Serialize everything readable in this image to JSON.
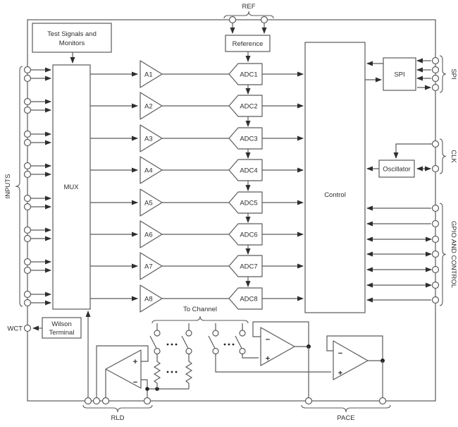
{
  "colors": {
    "background": "#ffffff",
    "line": "#5b5b5b",
    "text": "#2e2e2e"
  },
  "diagram": {
    "chip": {
      "test_signals_line1": "Test Signals and",
      "test_signals_line2": "Monitors",
      "mux": "MUX",
      "reference": "Reference",
      "control": "Control",
      "spi": "SPI",
      "oscillator": "Oscillator",
      "wilson_line1": "Wilson",
      "wilson_line2": "Terminal"
    },
    "channels": {
      "amps": [
        "A1",
        "A2",
        "A3",
        "A4",
        "A5",
        "A6",
        "A7",
        "A8"
      ],
      "adcs": [
        "ADC1",
        "ADC2",
        "ADC3",
        "ADC4",
        "ADC5",
        "ADC6",
        "ADC7",
        "ADC8"
      ]
    },
    "ports": {
      "ref": "REF",
      "inputs": "INPUTS",
      "wct": "WCT",
      "spi": "SPI",
      "clk": "CLK",
      "gpio": "GPIO AND CONTROL",
      "rld": "RLD",
      "pace": "PACE",
      "to_channel": "To Channel"
    },
    "opamp": {
      "plus": "+",
      "minus": "−"
    }
  }
}
